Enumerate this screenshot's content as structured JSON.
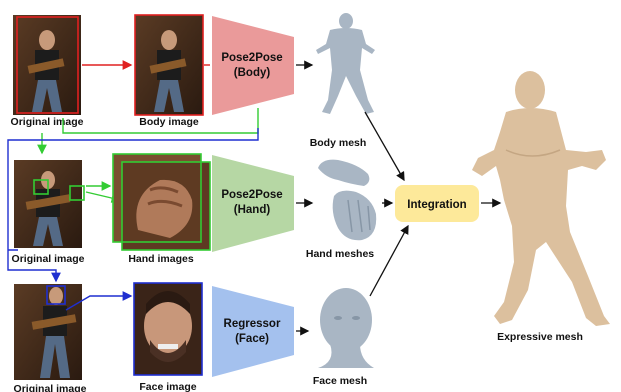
{
  "labels": {
    "original_image_1": "Original image",
    "body_image": "Body image",
    "original_image_2": "Original image",
    "hand_images": "Hand images",
    "original_image_3": "Original image",
    "face_image": "Face image",
    "body_mesh": "Body mesh",
    "hand_meshes": "Hand meshes",
    "face_mesh": "Face mesh",
    "expressive_mesh": "Expressive mesh"
  },
  "blocks": {
    "pose2pose_body": {
      "line1": "Pose2Pose",
      "line2": "(Body)"
    },
    "pose2pose_hand": {
      "line1": "Pose2Pose",
      "line2": "(Hand)"
    },
    "regressor_face": {
      "line1": "Regressor",
      "line2": "(Face)"
    },
    "integration": "Integration"
  },
  "colors": {
    "body_accent": "#e02020",
    "hand_accent": "#33cc33",
    "face_accent": "#1f2fd0",
    "body_block": "#ea9a9a",
    "hand_block": "#b6d7a4",
    "face_block": "#a4c1ee",
    "integration_block": "#fde99a",
    "mesh_gray": "#a9b6c4",
    "skin_mesh": "#dcc09e"
  }
}
